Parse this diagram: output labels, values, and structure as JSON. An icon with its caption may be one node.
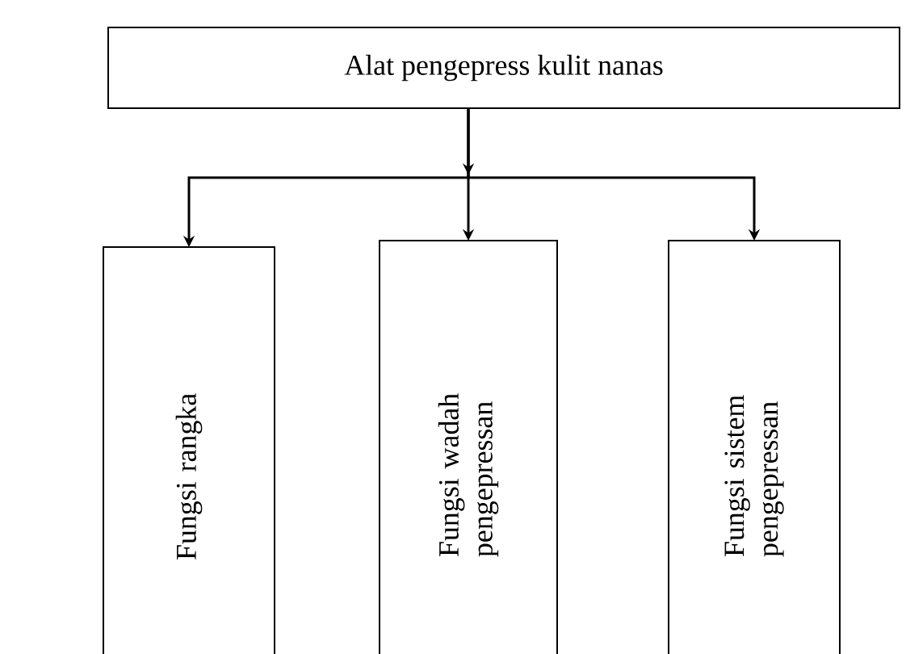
{
  "diagram": {
    "nodes": [
      {
        "text": [
          "Alat pengepress kulit nanas"
        ]
      },
      {
        "text": [
          "Fungsi rangka"
        ]
      },
      {
        "text": [
          "Fungsi wadah pengepressan"
        ]
      },
      {
        "text": [
          "Fungsi sistem pengepressan"
        ]
      }
    ],
    "edges": [
      {
        "from": 0,
        "to": 1,
        "arrow": "to"
      },
      {
        "from": 0,
        "to": 2,
        "arrow": "to"
      },
      {
        "from": 0,
        "to": 3,
        "arrow": "to"
      }
    ]
  }
}
